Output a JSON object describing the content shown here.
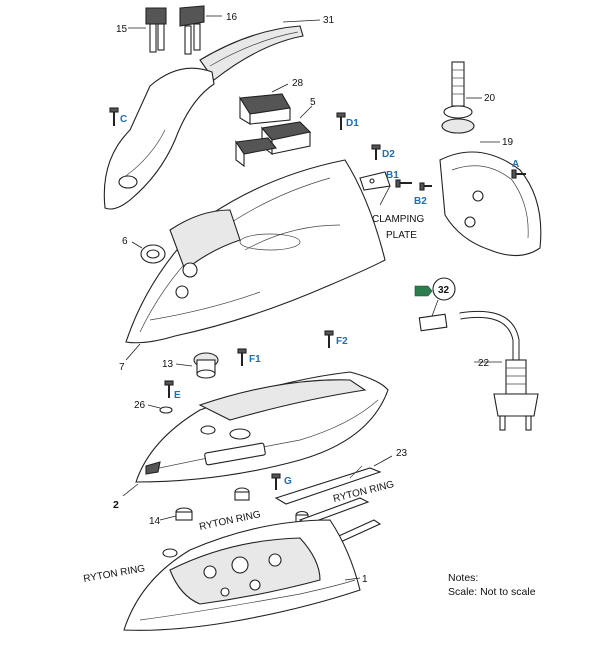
{
  "parts": {
    "p15": "15",
    "p16": "16",
    "p31": "31",
    "p28": "28",
    "p5": "5",
    "p20": "20",
    "p19": "19",
    "p6": "6",
    "p7": "7",
    "p13": "13",
    "p26": "26",
    "p2": "2",
    "p14": "14",
    "p23": "23",
    "p22": "22",
    "p1": "1",
    "p32": "32"
  },
  "screws": {
    "C": "C",
    "D1": "D1",
    "D2": "D2",
    "B1": "B1",
    "B2": "B2",
    "A": "A",
    "F1": "F1",
    "F2": "F2",
    "E": "E",
    "G": "G"
  },
  "callouts": {
    "clamping_plate_line1": "CLAMPING",
    "clamping_plate_line2": "PLATE",
    "ryton_ring": "RYTON RING",
    "ryton_ring_left": "RYTON RING",
    "ryton_ring_right": "RYTON RING"
  },
  "tag": {
    "text": "32",
    "badge_color": "#2e7d4f"
  },
  "notes": {
    "title": "Notes:",
    "scale": "Scale: Not to scale"
  },
  "colors": {
    "screw_label": "#1f6db3"
  }
}
